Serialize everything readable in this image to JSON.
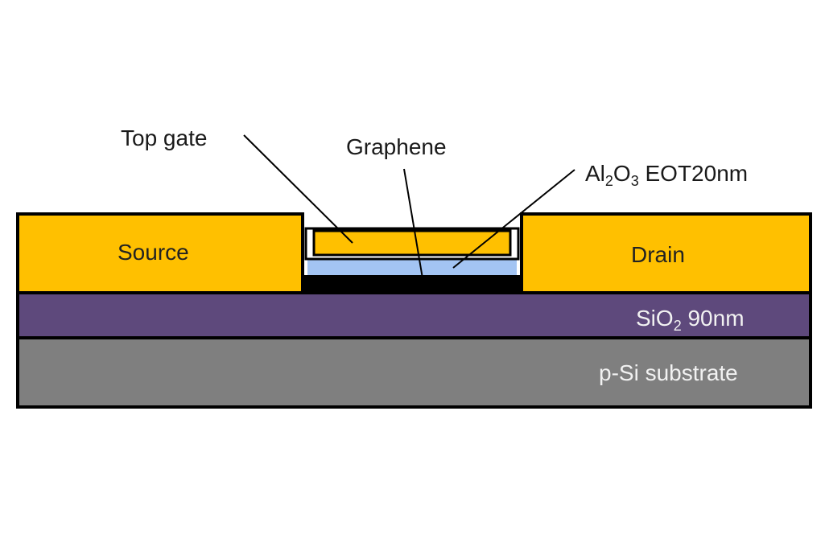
{
  "diagram": {
    "layers": {
      "source": {
        "label": "Source"
      },
      "drain": {
        "label": "Drain"
      },
      "oxide": {
        "label": "SiO",
        "sub": "2",
        "suffix": " 90nm"
      },
      "substrate": {
        "label": "p-Si substrate"
      }
    },
    "callouts": {
      "top_gate": "Top gate",
      "graphene": "Graphene",
      "dielectric": {
        "p1": "Al",
        "s1": "2",
        "p2": "O",
        "s2": "3",
        "rest": " EOT20nm"
      }
    },
    "colors": {
      "gold": "#FFC000",
      "purple": "#5E497C",
      "gray": "#7F7F7F",
      "light_blue": "#A3C4F3",
      "black": "#000000"
    }
  }
}
